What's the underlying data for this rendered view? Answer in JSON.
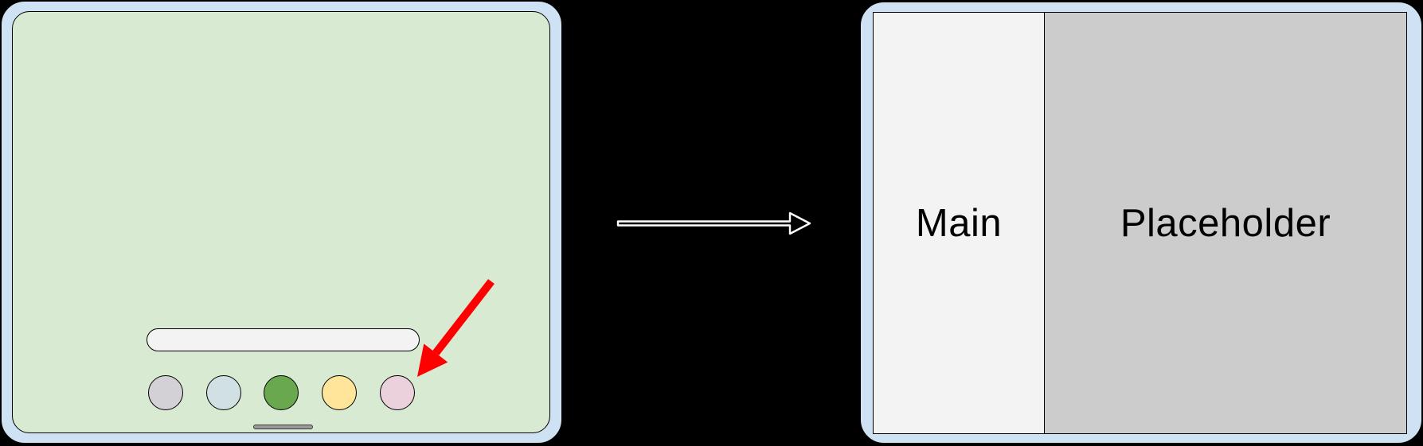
{
  "figure": {
    "colors": {
      "frame": "#cfe2f3",
      "screen": "#d9ead3",
      "pill": "#f3f3f3",
      "home_indicator": "#9a9a9a",
      "pointer_red": "#ff0000",
      "transition_arrow_fill": "#000000",
      "transition_arrow_outline": "#ffffff"
    },
    "before": {
      "dock_icons": [
        {
          "name": "dock-icon-gray",
          "color": "#d3d1d6"
        },
        {
          "name": "dock-icon-blue",
          "color": "#d0e0e3"
        },
        {
          "name": "dock-icon-green",
          "color": "#6aa84f"
        },
        {
          "name": "dock-icon-yellow",
          "color": "#ffe599"
        },
        {
          "name": "dock-icon-pink",
          "color": "#ead1dc"
        }
      ]
    },
    "after": {
      "panels": [
        {
          "label": "Main",
          "color": "#f3f3f3"
        },
        {
          "label": "Placeholder",
          "color": "#cccccc"
        }
      ]
    }
  }
}
